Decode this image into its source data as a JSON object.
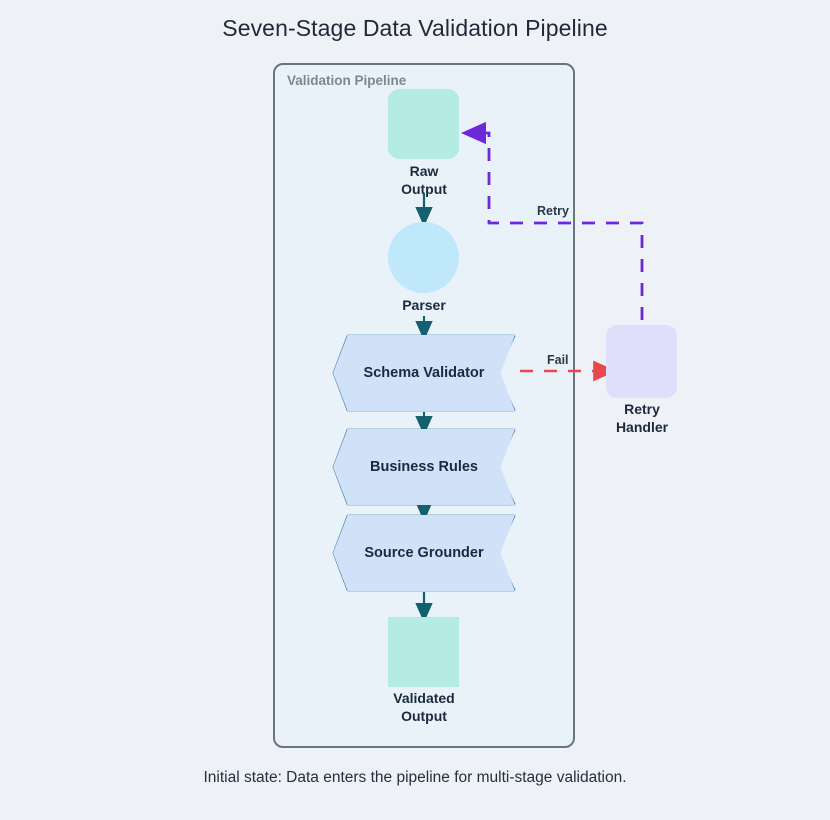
{
  "title": "Seven-Stage Data Validation Pipeline",
  "caption": "Initial state: Data enters the pipeline for multi-stage validation.",
  "pipeline": {
    "container_label": "Validation Pipeline",
    "nodes": [
      {
        "id": "raw-output",
        "label": "Raw\nOutput",
        "icon": "document-icon",
        "shape": "rounded-square",
        "fill": "#b4ebe2",
        "stroke": "#1f6f6b"
      },
      {
        "id": "parser",
        "label": "Parser",
        "icon": "code-icon",
        "shape": "circle",
        "fill": "#bfe8fa",
        "stroke": "#176c80"
      },
      {
        "id": "schema-validator",
        "label": "Schema Validator",
        "icon": "",
        "shape": "chevron",
        "fill": "#cfe2f7",
        "stroke": "#1d6099"
      },
      {
        "id": "business-rules",
        "label": "Business Rules",
        "icon": "",
        "shape": "chevron",
        "fill": "#cfe2f7",
        "stroke": "#1d6099"
      },
      {
        "id": "source-grounder",
        "label": "Source Grounder",
        "icon": "",
        "shape": "chevron",
        "fill": "#cfe2f7",
        "stroke": "#1d6099"
      },
      {
        "id": "validated-output",
        "label": "Validated\nOutput",
        "icon": "check-icon",
        "shape": "square",
        "fill": "#b4ebe2",
        "stroke": "#1f6f6b"
      }
    ],
    "side_nodes": [
      {
        "id": "retry-handler",
        "label": "Retry\nHandler",
        "icon": "refresh-icon",
        "shape": "rounded-square",
        "fill": "#dfdefb",
        "stroke": "#4338ca"
      }
    ],
    "edges": [
      {
        "id": "fail-edge",
        "label": "Fail",
        "from": "schema-validator",
        "to": "retry-handler",
        "style": "dashed",
        "color": "#e8484a"
      },
      {
        "id": "retry-edge",
        "label": "Retry",
        "from": "retry-handler",
        "to": "raw-output",
        "style": "dashed",
        "color": "#6d28d9"
      }
    ],
    "flow_arrow_color": "#13606e"
  },
  "colors": {
    "page_background": "#eef1f6",
    "container_background": "#e8f2f8",
    "container_border": "#68757f",
    "title_text": "#1f2937",
    "label_text": "#1b2a3d",
    "container_label_text": "#7b8794"
  }
}
